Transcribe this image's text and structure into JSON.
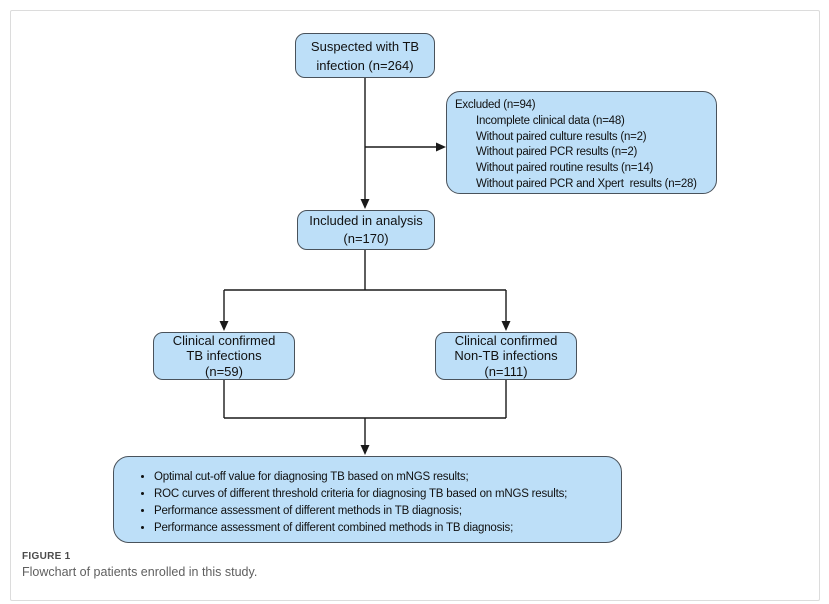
{
  "figure": {
    "caption_label": "FIGURE 1",
    "caption_text": "Flowchart of patients enrolled in this study."
  },
  "colors": {
    "box_fill": "#bddff8",
    "box_border": "#49525b",
    "line": "#1a1a1a",
    "text": "#111111",
    "caption_label": "#4a4a4a",
    "caption_text": "#5f5f5f",
    "frame_border": "#dcdcdc"
  },
  "flowchart": {
    "nodes": {
      "suspected": {
        "lines": [
          "Suspected with TB",
          "infection (n=264)"
        ]
      },
      "excluded": {
        "title": "Excluded (n=94)",
        "items": [
          "Incomplete clinical data (n=48)",
          "Without paired culture results (n=2)",
          "Without paired PCR results (n=2)",
          "Without paired routine results (n=14)",
          "Without paired PCR and Xpert  results (n=28)"
        ]
      },
      "included": {
        "lines": [
          "Included in analysis",
          "(n=170)"
        ]
      },
      "tb": {
        "lines": [
          "Clinical confirmed",
          "TB infections",
          "(n=59)"
        ]
      },
      "non_tb": {
        "lines": [
          "Clinical confirmed",
          "Non-TB infections",
          "(n=111)"
        ]
      },
      "outcomes": {
        "bullets": [
          "Optimal cut-off value for diagnosing TB based on mNGS results;",
          "ROC curves of different threshold criteria for diagnosing TB based on mNGS results;",
          "Performance assessment of different methods in TB diagnosis;",
          "Performance assessment of different combined methods in TB diagnosis;"
        ]
      }
    }
  }
}
